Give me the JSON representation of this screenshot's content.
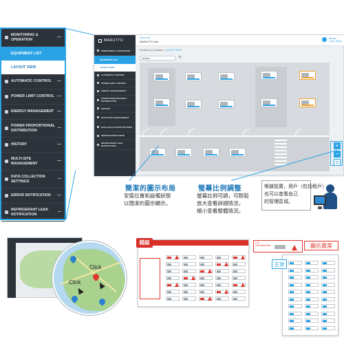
{
  "zoom_sidebar": {
    "items": [
      {
        "label": "MONITORING & OPERATION",
        "state": "normal"
      },
      {
        "label": "EQUIPMENT LIST",
        "state": "active"
      },
      {
        "label": "LAYOUT VIEW",
        "state": "sub"
      },
      {
        "label": "AUTOMATIC CONTROL",
        "state": "normal"
      },
      {
        "label": "POWER LIMIT CONTROL",
        "state": "normal"
      },
      {
        "label": "ENERGY MANAGEMENT",
        "state": "normal"
      },
      {
        "label": "POWER PROPORTIONAL DISTRIBUTION",
        "state": "normal"
      },
      {
        "label": "HISTORY",
        "state": "normal"
      },
      {
        "label": "MULTI-SITE MANAGEMENT",
        "state": "normal"
      },
      {
        "label": "DATA COLLECTION SETTINGS",
        "state": "normal"
      },
      {
        "label": "ERROR NOTIFICATION",
        "state": "normal"
      },
      {
        "label": "REFRIGERANT LEAK NOTIFICATION",
        "state": "normal"
      }
    ]
  },
  "app": {
    "logo": "MARUTTO",
    "header": {
      "group_label": "Demo site",
      "site_name": "MARUTTO site",
      "user_line1": "Marutto",
      "user_line2": "Lower offices"
    },
    "breadcrumb_prefix": "Monitoring & operation",
    "breadcrumb_current": "LAYOUT VIEW",
    "floor_select": "1st floor",
    "side_items": [
      {
        "label": "MONITORING & OPERATION",
        "state": "normal"
      },
      {
        "label": "EQUIPMENT LIST",
        "state": "active"
      },
      {
        "label": "LAYOUT VIEW",
        "state": "sub"
      },
      {
        "label": "AUTOMATIC CONTROL",
        "state": "normal"
      },
      {
        "label": "POWER LIMIT CONTROL",
        "state": "normal"
      },
      {
        "label": "ENERGY MANAGEMENT",
        "state": "normal"
      },
      {
        "label": "POWER PROPORTIONAL DISTRIBUTION",
        "state": "normal"
      },
      {
        "label": "HISTORY",
        "state": "normal"
      },
      {
        "label": "MULTI-SITE MANAGEMENT",
        "state": "normal"
      },
      {
        "label": "DATA COLLECTION SETTINGS",
        "state": "normal"
      },
      {
        "label": "ERROR NOTIFICATION",
        "state": "normal"
      },
      {
        "label": "REFRIGERANT LEAK NOTIFICATION",
        "state": "normal"
      }
    ],
    "zoom_in": "+",
    "zoom_out": "−",
    "zoom_fit": "⊡"
  },
  "callouts": {
    "layout_title": "簡潔的圖示布局",
    "layout_text": [
      "安裝位置和設備狀態",
      "以簡潔的圖示顯示。"
    ],
    "zoom_title": "螢幕比例調整",
    "zoom_text": [
      "螢幕比例可調，可輕鬆",
      "放大查看詳細情況，",
      "縮小查看整體情況。"
    ],
    "user_text": [
      "根據設置，用戶（包括租戶）",
      "也可以查看自己",
      "的管理區域。"
    ]
  },
  "bottom": {
    "click_label_1": "Click",
    "click_label_2": "Click",
    "error_tag": "錯誤",
    "abnormal_tag": "顯示異常",
    "normal_tag": "正常",
    "alert_label_1": "LCD",
    "alert_label_2": "FAN WARNING"
  },
  "colors": {
    "accent": "#2aa3e6",
    "sidebar_bg": "#2d333a",
    "error": "#d9302a",
    "warning_orange": "#f0a22e"
  }
}
